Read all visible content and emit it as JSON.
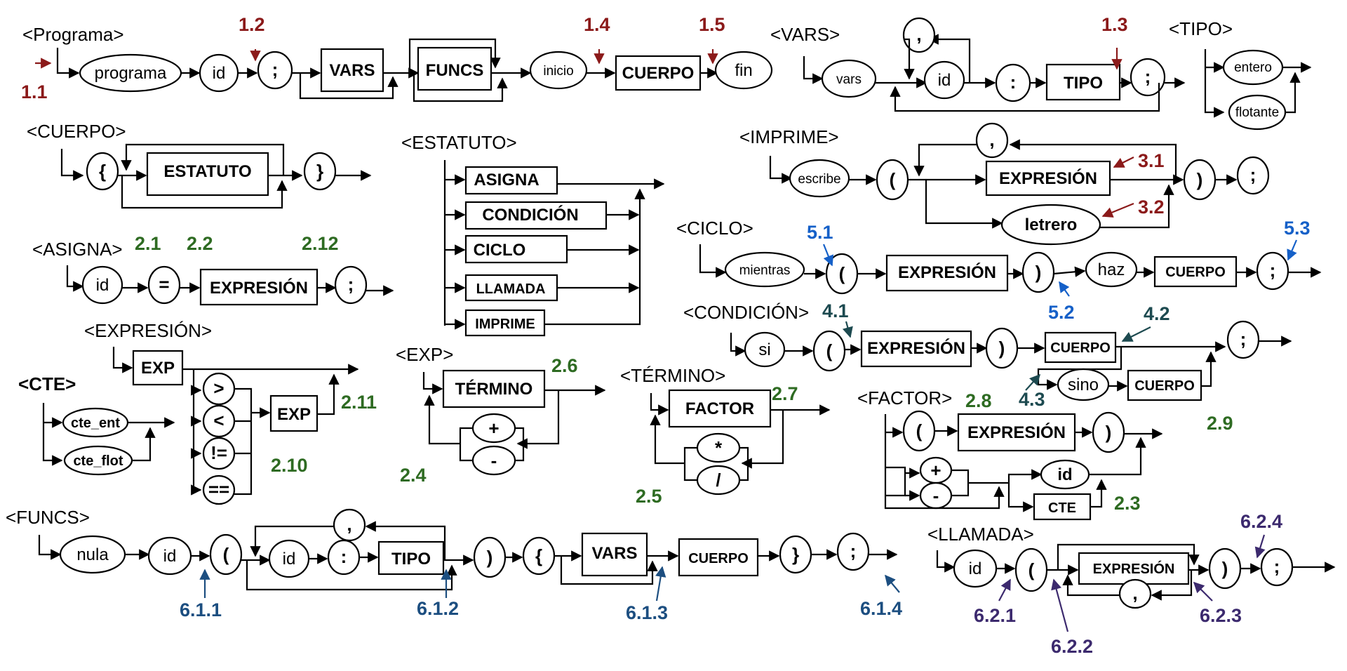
{
  "colors": {
    "red": "#8B1A1A",
    "green": "#2E6B22",
    "lightblue": "#1560C8",
    "darkblue": "#1C4E80",
    "teal": "#1D4A50",
    "purple": "#3C2A6E"
  },
  "rules": {
    "programa": "<Programa>",
    "vars": "<VARS>",
    "tipo": "<TIPO>",
    "cuerpo": "<CUERPO>",
    "estatuto": "<ESTATUTO>",
    "imprime": "<IMPRIME>",
    "asigna": "<ASIGNA>",
    "ciclo": "<CICLO>",
    "expresion": "<EXPRESIÓN>",
    "condicion": "<CONDICIÓN>",
    "cte": "<CTE>",
    "exp": "<EXP>",
    "termino": "<TÉRMINO>",
    "factor": "<FACTOR>",
    "funcs": "<FUNCS>",
    "llamada": "<LLAMADA>"
  },
  "terms": {
    "programa": "programa",
    "id": "id",
    "semi": ";",
    "inicio": "inicio",
    "fin": "fin",
    "vars": "vars",
    "comma": ",",
    "colon": ":",
    "entero": "entero",
    "flotante": "flotante",
    "lbrace": "{",
    "rbrace": "}",
    "escribe": "escribe",
    "lparen": "(",
    "rparen": ")",
    "letrero": "letrero",
    "eq": "=",
    "mientras": "mientras",
    "haz": "haz",
    "si": "si",
    "sino": "sino",
    "gt": ">",
    "lt": "<",
    "neq": "!=",
    "eqeq": "==",
    "cte_ent": "cte_ent",
    "cte_flot": "cte_flot",
    "plus": "+",
    "minus": "-",
    "mul": "*",
    "div": "/",
    "nula": "nula"
  },
  "nonterms": {
    "vars": "VARS",
    "funcs": "FUNCS",
    "cuerpo": "CUERPO",
    "tipo": "TIPO",
    "estatuto": "ESTATUTO",
    "expresion": "EXPRESIÓN",
    "asigna": "ASIGNA",
    "condicion": "CONDICIÓN",
    "ciclo": "CICLO",
    "llamada": "LLAMADA",
    "imprime": "IMPRIME",
    "exp": "EXP",
    "termino": "TÉRMINO",
    "factor": "FACTOR",
    "cte": "CTE"
  },
  "annotations": {
    "a1_1": "1.1",
    "a1_2": "1.2",
    "a1_3": "1.3",
    "a1_4": "1.4",
    "a1_5": "1.5",
    "a2_1": "2.1",
    "a2_2": "2.2",
    "a2_3": "2.3",
    "a2_4": "2.4",
    "a2_5": "2.5",
    "a2_6": "2.6",
    "a2_7": "2.7",
    "a2_8": "2.8",
    "a2_9": "2.9",
    "a2_10": "2.10",
    "a2_11": "2.11",
    "a2_12": "2.12",
    "a3_1": "3.1",
    "a3_2": "3.2",
    "a4_1": "4.1",
    "a4_2": "4.2",
    "a4_3": "4.3",
    "a5_1": "5.1",
    "a5_2": "5.2",
    "a5_3": "5.3",
    "a6_1_1": "6.1.1",
    "a6_1_2": "6.1.2",
    "a6_1_3": "6.1.3",
    "a6_1_4": "6.1.4",
    "a6_2_1": "6.2.1",
    "a6_2_2": "6.2.2",
    "a6_2_3": "6.2.3",
    "a6_2_4": "6.2.4"
  }
}
